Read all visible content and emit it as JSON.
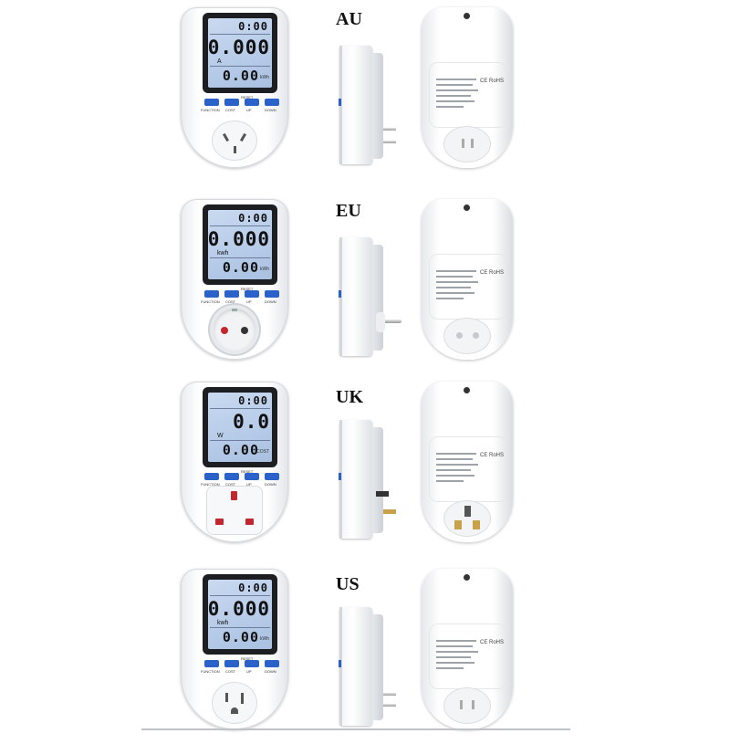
{
  "rows": [
    {
      "region": "AU",
      "lcd": {
        "line1": "0:00",
        "line2": "0.000",
        "unit": "A",
        "line3": "0.00",
        "line3_unit": "kWh"
      },
      "buttons": {
        "reset": "RESET",
        "function": "FUNCTION",
        "cost": "COST",
        "up": "UP",
        "down": "DOWN"
      }
    },
    {
      "region": "EU",
      "lcd": {
        "line1": "0:00",
        "line2": "0.000",
        "unit": "kwh",
        "line3": "0.00",
        "line3_unit": "kWh"
      },
      "buttons": {
        "reset": "RESET",
        "function": "FUNCTION",
        "cost": "COST",
        "up": "UP",
        "down": "DOWN"
      }
    },
    {
      "region": "UK",
      "lcd": {
        "line1": "0:00",
        "line2": "0.0",
        "unit": "W",
        "line3": "0.00",
        "line3_unit": "COST"
      },
      "buttons": {
        "reset": "RESET",
        "function": "FUNCTION",
        "cost": "COST",
        "up": "UP",
        "down": "DOWN"
      }
    },
    {
      "region": "US",
      "lcd": {
        "line1": "0:00",
        "line2": "0.000",
        "unit": "kwh",
        "line3": "0.00",
        "line3_unit": "kWh"
      },
      "buttons": {
        "reset": "RESET",
        "function": "FUNCTION",
        "cost": "COST",
        "up": "UP",
        "down": "DOWN"
      }
    }
  ],
  "colors": {
    "button_blue": "#2b62c9",
    "lcd_bg": "#b6cbe8",
    "bezel": "#1c1e22",
    "socket_red": "#c3262d"
  },
  "back_label_marks": "CE\nRoHS"
}
